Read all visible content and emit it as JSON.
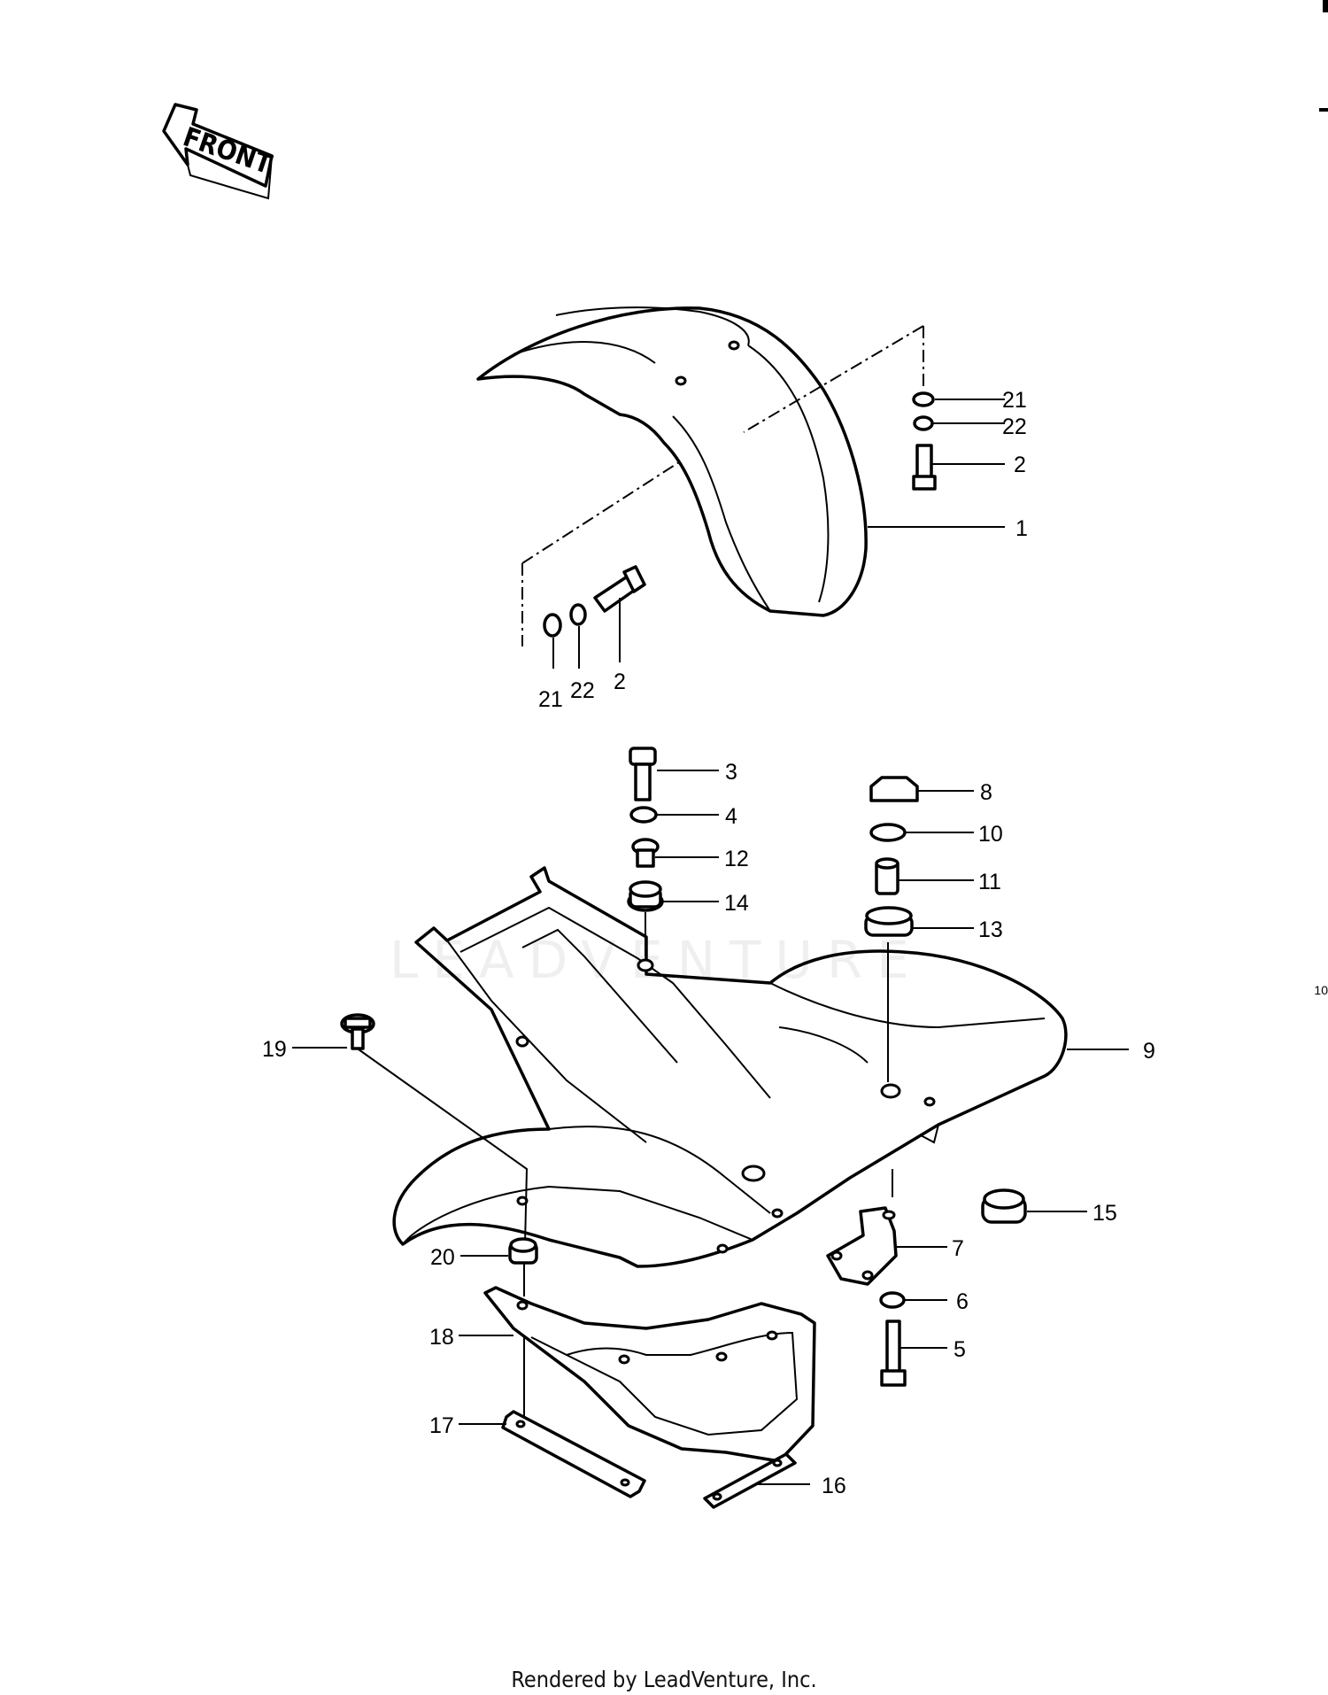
{
  "front_label": "FRONT",
  "callouts": [
    {
      "id": "1",
      "text": "1"
    },
    {
      "id": "2a",
      "text": "2"
    },
    {
      "id": "2b",
      "text": "2"
    },
    {
      "id": "3",
      "text": "3"
    },
    {
      "id": "4",
      "text": "4"
    },
    {
      "id": "5",
      "text": "5"
    },
    {
      "id": "6",
      "text": "6"
    },
    {
      "id": "7",
      "text": "7"
    },
    {
      "id": "8",
      "text": "8"
    },
    {
      "id": "9",
      "text": "9"
    },
    {
      "id": "10",
      "text": "10"
    },
    {
      "id": "11",
      "text": "11"
    },
    {
      "id": "12",
      "text": "12"
    },
    {
      "id": "13",
      "text": "13"
    },
    {
      "id": "14",
      "text": "14"
    },
    {
      "id": "15",
      "text": "15"
    },
    {
      "id": "16",
      "text": "16"
    },
    {
      "id": "17",
      "text": "17"
    },
    {
      "id": "18",
      "text": "18"
    },
    {
      "id": "19",
      "text": "19"
    },
    {
      "id": "20",
      "text": "20"
    },
    {
      "id": "21a",
      "text": "21"
    },
    {
      "id": "21b",
      "text": "21"
    },
    {
      "id": "22a",
      "text": "22"
    },
    {
      "id": "22b",
      "text": "22"
    }
  ],
  "watermark": "LEADVENTURE",
  "side_mark": "10",
  "footer": "Rendered by LeadVenture, Inc."
}
